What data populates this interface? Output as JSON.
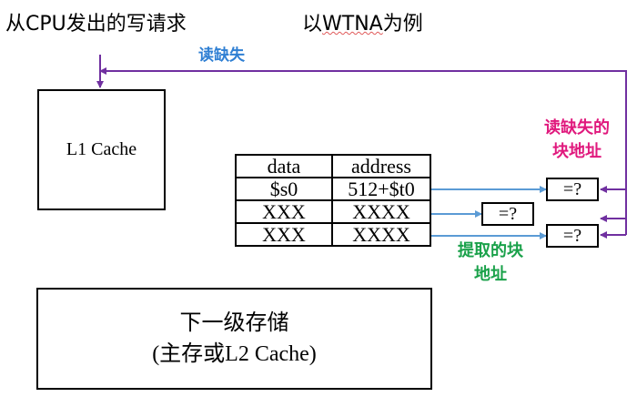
{
  "header": {
    "left_title": "从CPU发出的写请求",
    "right_title_prefix": "以",
    "right_title_underlined": "WTNA",
    "right_title_suffix": "为例"
  },
  "l1_cache": {
    "label": "L1 Cache"
  },
  "next_level": {
    "line1": "下一级存储",
    "line2": "(主存或L2 Cache)"
  },
  "write_buffer": {
    "headers": [
      "data",
      "address"
    ],
    "rows": [
      [
        "$s0",
        "512+$t0"
      ],
      [
        "XXX",
        "XXXX"
      ],
      [
        "XXX",
        "XXXX"
      ]
    ]
  },
  "comparators": [
    "=?",
    "=?",
    "=?"
  ],
  "annotations": {
    "read_miss": "读缺失",
    "miss_block_address": [
      "读缺失的",
      "块地址"
    ],
    "fetched_block_address": [
      "提取的块",
      "地址"
    ]
  },
  "colors": {
    "purple_wire": "#7030a0",
    "blue_wire": "#5b9bd5",
    "read_miss_text": "#2f7fd3",
    "miss_addr_text": "#e0197d",
    "fetched_addr_text": "#1aa14a"
  }
}
